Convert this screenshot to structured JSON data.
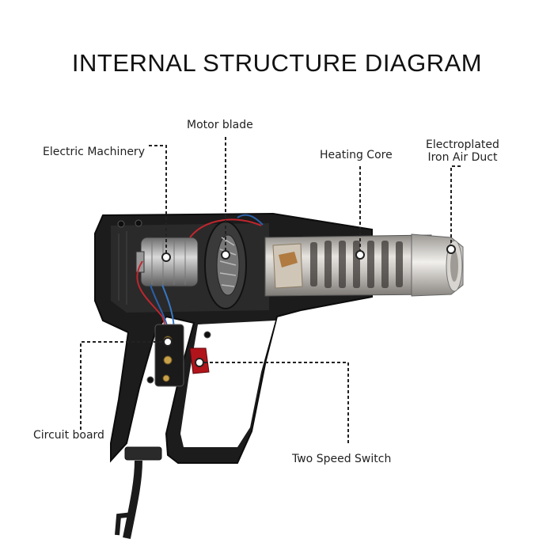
{
  "title": "INTERNAL STRUCTURE DIAGRAM",
  "labels": {
    "motor_blade": "Motor blade",
    "electric_machinery": "Electric Machinery",
    "heating_core": "Heating Core",
    "electroplated_air_duct": "Electroplated\nIron Air Duct",
    "circuit_board": "Circuit board",
    "two_speed_switch": "Two Speed Switch"
  },
  "colors": {
    "housing": "#1c1c1c",
    "heater_tube": "#b9b6b2",
    "switch": "#b2141b",
    "leader_line": "#222222"
  }
}
